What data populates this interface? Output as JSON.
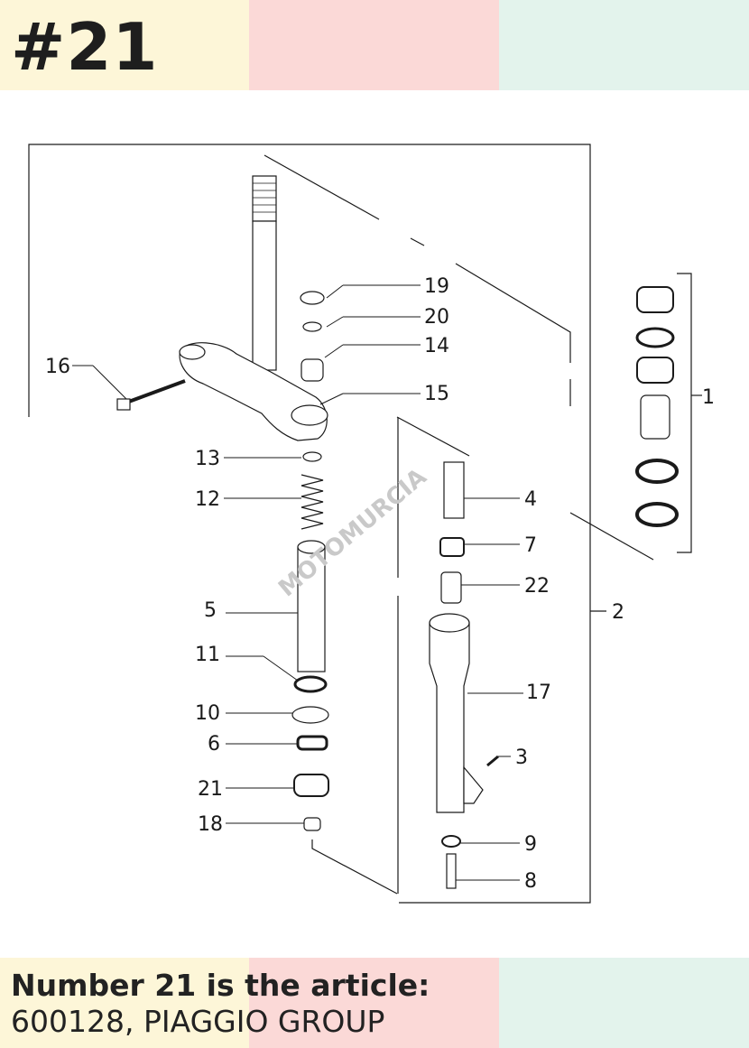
{
  "header": {
    "badge": "#21",
    "band_colors": [
      "#fdf6d8",
      "#fbd9d7",
      "#e3f3ec"
    ]
  },
  "footer": {
    "title": "Number 21 is the article:",
    "article": "600128, PIAGGIO GROUP",
    "band_colors": [
      "#fdf6d8",
      "#fbd9d7",
      "#e3f3ec"
    ]
  },
  "watermark": {
    "text": "MOTOMURCIA"
  },
  "diagram": {
    "line_color": "#1a1a1a",
    "callouts": [
      "1",
      "2",
      "3",
      "4",
      "5",
      "6",
      "7",
      "8",
      "9",
      "10",
      "11",
      "12",
      "13",
      "14",
      "15",
      "16",
      "17",
      "18",
      "19",
      "20",
      "21",
      "22"
    ]
  }
}
